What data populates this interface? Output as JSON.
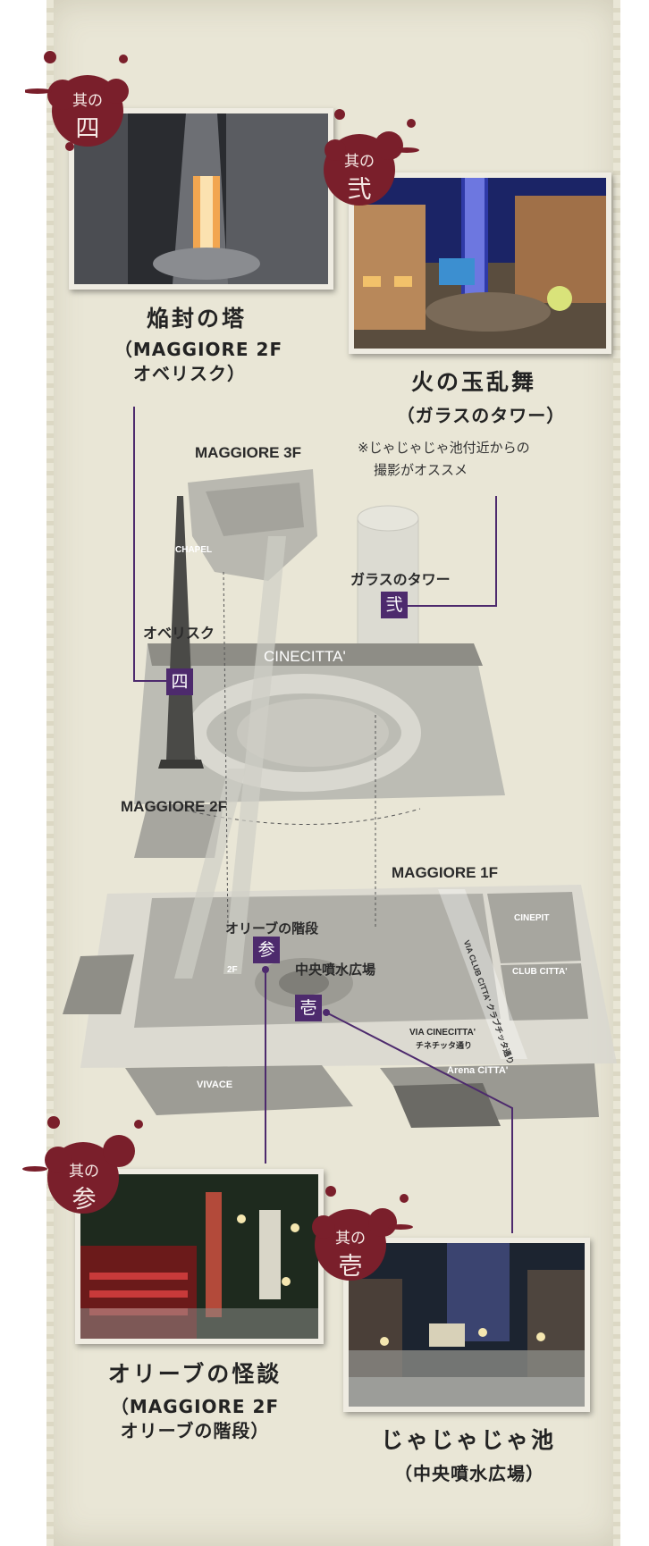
{
  "spots": {
    "four": {
      "badge_top": "其の",
      "badge_num": "四",
      "title": "焔封の塔",
      "sub1": "（MAGGIORE 2F",
      "sub2": "オベリスク）",
      "marker": "四",
      "map_label": "オベリスク"
    },
    "two": {
      "badge_top": "其の",
      "badge_num": "弐",
      "title": "火の玉乱舞",
      "sub1": "（ガラスのタワー）",
      "note1": "※じゃじゃじゃ池付近からの",
      "note2": "撮影がオススメ",
      "marker": "弐",
      "map_label": "ガラスのタワー"
    },
    "three": {
      "badge_top": "其の",
      "badge_num": "参",
      "title": "オリーブの怪談",
      "sub1": "（MAGGIORE 2F",
      "sub2": "オリーブの階段）",
      "marker": "参",
      "map_label": "オリーブの階段"
    },
    "one": {
      "badge_top": "其の",
      "badge_num": "壱",
      "title": "じゃじゃじゃ池",
      "sub1": "（中央噴水広場）",
      "marker": "壱",
      "map_label": "中央噴水広場"
    }
  },
  "map": {
    "maggiore_3f": "MAGGIORE 3F",
    "maggiore_2f": "MAGGIORE 2F",
    "maggiore_1f": "MAGGIORE 1F",
    "cinecitta": "CINECITTA'",
    "chapel": "CHAPEL",
    "cinepit": "CINEPIT",
    "club_citta": "CLUB CITTA'",
    "via_club_citta": "VIA CLUB CITTA'",
    "via_club_citta_jp": "クラブチッタ通り",
    "via_cinecitta": "VIA CINECITTA'",
    "via_cinecitta_jp": "チネチッタ通り",
    "vivace": "VIVACE",
    "arena_citta": "Arena CITTA'",
    "floor_2f": "2F"
  },
  "colors": {
    "paper": "#e9e6d6",
    "marker": "#4d2a6d",
    "blood": "#7a1f2b",
    "line": "#4d2a6d"
  }
}
